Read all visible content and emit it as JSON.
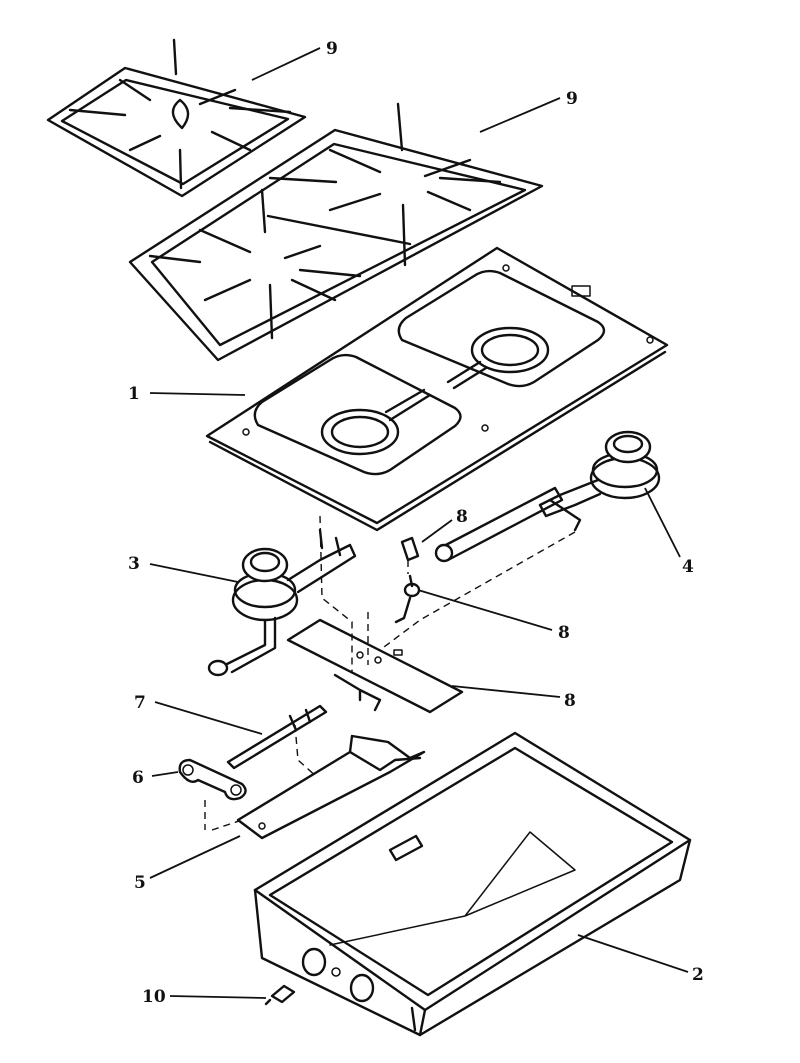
{
  "callouts": {
    "c1": "1",
    "c2": "2",
    "c3": "3",
    "c4": "4",
    "c5": "5",
    "c6": "6",
    "c7": "7",
    "c8a": "8",
    "c8b": "8",
    "c8c": "8",
    "c9a": "9",
    "c9b": "9",
    "c10": "10"
  }
}
